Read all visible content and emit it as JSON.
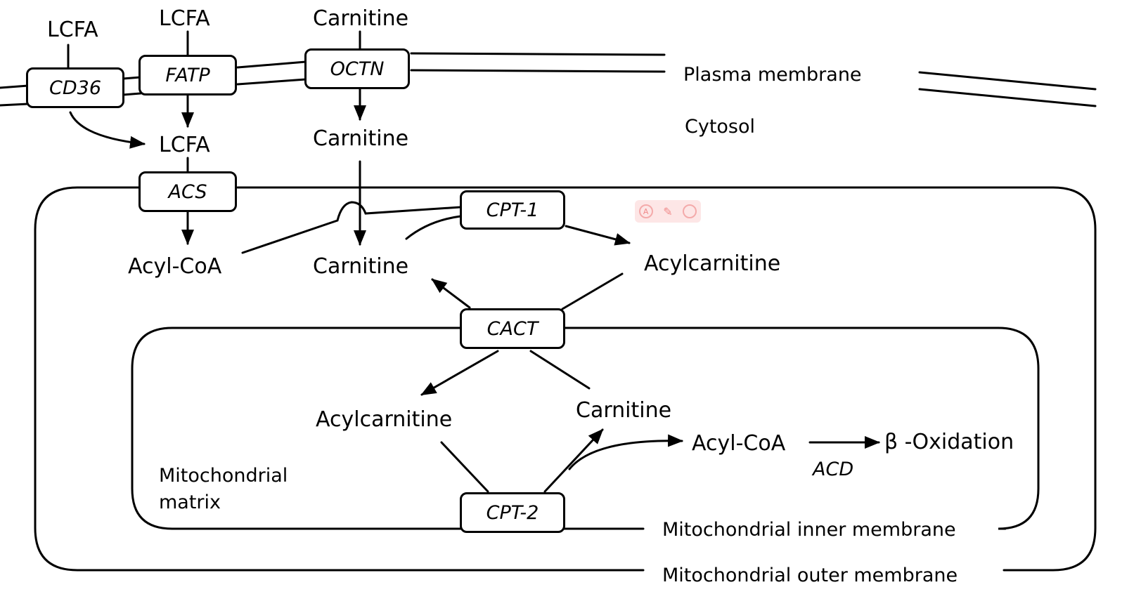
{
  "molecules": {
    "lcfa_out_1": "LCFA",
    "lcfa_out_2": "LCFA",
    "carnitine_out": "Carnitine",
    "lcfa_cytosol": "LCFA",
    "carnitine_cytosol": "Carnitine",
    "acyl_coa_ims": "Acyl-CoA",
    "carnitine_ims": "Carnitine",
    "acylcarnitine_ims": "Acylcarnitine",
    "acylcarnitine_matrix": "Acylcarnitine",
    "carnitine_matrix": "Carnitine",
    "acyl_coa_matrix": "Acyl-CoA",
    "beta_oxidation": "β -Oxidation"
  },
  "enzymes": {
    "cd36": "CD36",
    "fatp": "FATP",
    "octn": "OCTN",
    "acs": "ACS",
    "cpt1": "CPT-1",
    "cact": "CACT",
    "cpt2": "CPT-2",
    "acd": "ACD"
  },
  "regions": {
    "plasma_membrane": "Plasma membrane",
    "cytosol": "Cytosol",
    "mito_matrix_line1": "Mitochondrial",
    "mito_matrix_line2": "matrix",
    "inner_membrane": "Mitochondrial inner membrane",
    "outer_membrane": "Mitochondrial outer membrane"
  },
  "toolbar": {
    "ai_icon": "ai-icon",
    "edit_icon": "edit-icon",
    "search_icon": "search-icon"
  }
}
